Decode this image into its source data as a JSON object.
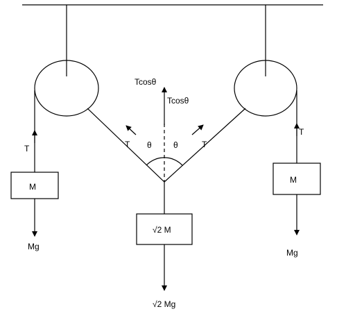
{
  "labels": {
    "tension": "T",
    "t_cos_left": "Tcosθ",
    "t_cos_right": "Tcosθ",
    "theta": "θ",
    "mass_left": "M",
    "mass_right": "M",
    "mass_center": "√2 M",
    "weight_left": "Mg",
    "weight_right": "Mg",
    "weight_center": "√2 Mg"
  }
}
